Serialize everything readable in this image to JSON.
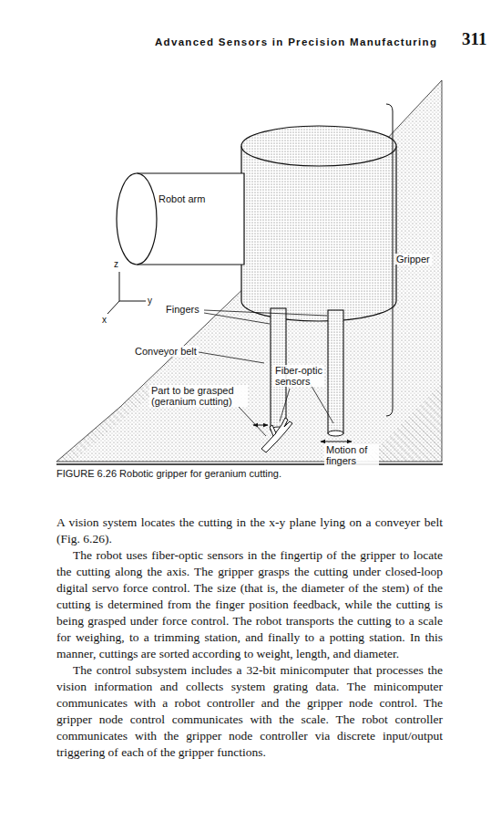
{
  "diagram": {
    "caption": "FIGURE 6.26 Robotic gripper for geranium cutting.",
    "labels": [
      "Advanced Sensors in Precision Manufacturing",
      "311",
      "Robot arm",
      "z",
      "y",
      "x",
      "Fingers",
      "Gripper",
      "Conveyor belt",
      "Fiber-optic sensors",
      "Part to be grasped (geranium cutting)",
      "Motion of fingers",
      "A vision system locates the cutting in the x-y plane lying on a conveyer belt (Fig. 6.26).",
      "The robot uses fiber-optic sensors in the fingertip of the gripper to locate the cutting along the axis. The gripper grasps the cutting under closed-loop digital servo force control. The size (that is, the diameter of the stem) of the cutting is determined from the finger position feedback, while the cutting is being grasped under force control. The robot transports the cutting to a scale for weighing, to a trimming station, and finally to a potting station. In this manner, cuttings are sorted according to weight, length, and diameter.",
      "The control subsystem includes a 32-bit minicomputer that processes the vision information and collects system grating data. The minicomputer communicates with a robot controller and the gripper node control. The gripper node control communicates with the scale. The robot controller communicates with the gripper node controller via discrete input/output triggering of each of the gripper functions."
    ]
  }
}
